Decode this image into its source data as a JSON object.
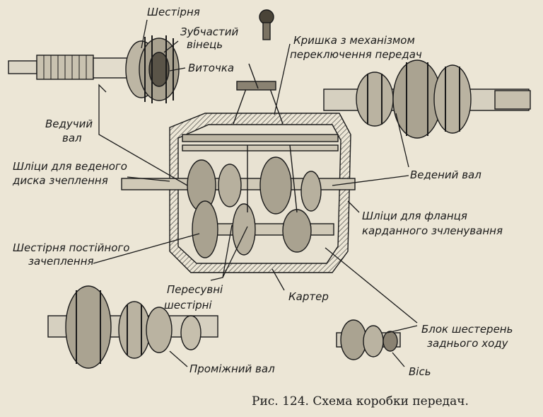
{
  "labels": {
    "gear": "Шестірня",
    "ring_line1": "Зубчастий",
    "ring_line2": "вінець",
    "fork": "Виточка",
    "cover_line1": "Кришка з механізмом",
    "cover_line2": "переключення передач",
    "drive_shaft_line1": "Ведучий",
    "drive_shaft_line2": "вал",
    "clutch_splines_line1": "Шліци для веденого",
    "clutch_splines_line2": "диска зчеплення",
    "driven_shaft": "Ведений вал",
    "flange_splines_line1": "Шліци для фланця",
    "flange_splines_line2": "карданного зчленування",
    "constant_gear_line1": "Шестірня постійного",
    "constant_gear_line2": "зачеплення",
    "sliding_gears_line1": "Пересувні",
    "sliding_gears_line2": "шестірні",
    "housing": "Картер",
    "reverse_block_line1": "Блок шестерень",
    "reverse_block_line2": "заднього ходу",
    "intermediate_shaft": "Проміжний вал",
    "axle": "Вісь"
  },
  "caption": "Рис. 124. Схема коробки передач."
}
